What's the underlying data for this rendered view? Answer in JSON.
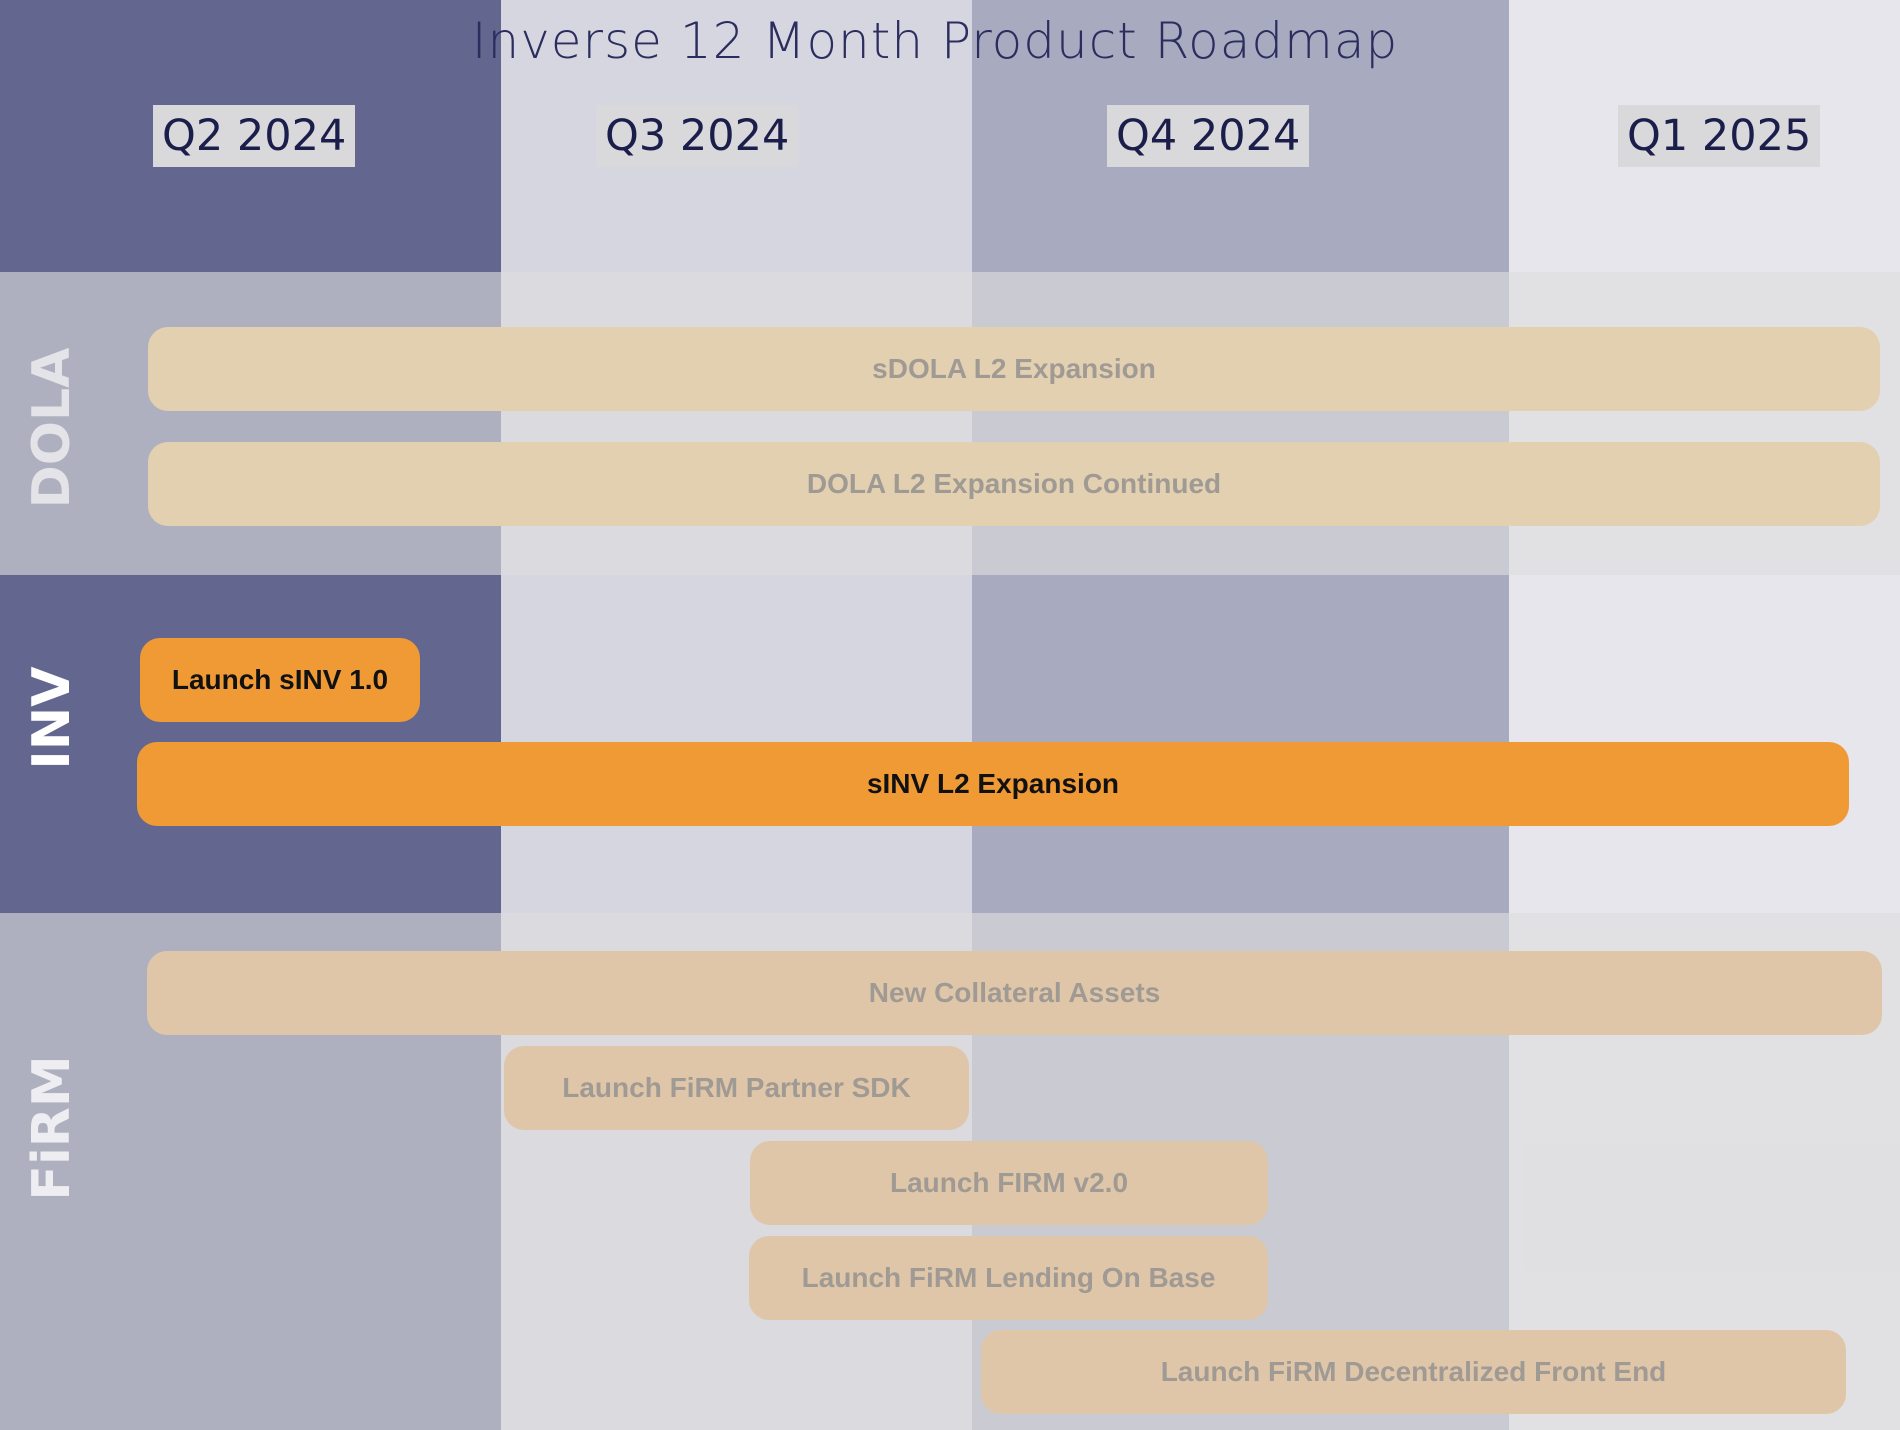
{
  "title": "Inverse 12 Month Product Roadmap",
  "quarters": [
    "Q2 2024",
    "Q3 2024",
    "Q4 2024",
    "Q1 2025"
  ],
  "rows": [
    {
      "label": "DOLA"
    },
    {
      "label": "INV"
    },
    {
      "label": "FiRM"
    }
  ],
  "items": {
    "dola_1": "sDOLA L2 Expansion",
    "dola_2": "DOLA L2 Expansion Continued",
    "inv_1": "Launch sINV 1.0",
    "inv_2": "sINV L2 Expansion",
    "firm_1": "New Collateral Assets",
    "firm_2": "Launch FiRM Partner SDK",
    "firm_3": "Launch FIRM v2.0",
    "firm_4": "Launch FiRM Lending On Base",
    "firm_5": "Launch FiRM Decentralized Front End"
  },
  "colors": {
    "inv_accent": "#f09a36",
    "dola_bar": "#e2d0b0",
    "firm_bar": "#e0c6a8",
    "dark_column": "#63678f",
    "mid_column": "#a8aac0"
  }
}
